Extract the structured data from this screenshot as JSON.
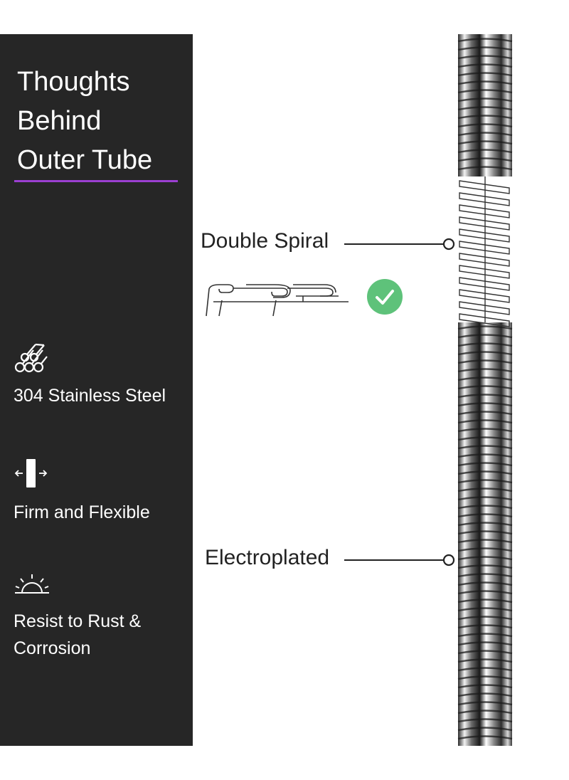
{
  "title": {
    "line1": "Thoughts",
    "line2": "Behind",
    "line3": "Outer Tube"
  },
  "features": [
    {
      "icon": "pipes-icon",
      "label": "304 Stainless Steel"
    },
    {
      "icon": "flex-arrows-icon",
      "label": "Firm and Flexible"
    },
    {
      "icon": "sunrise-icon",
      "label_line1": "Resist to Rust &",
      "label_line2": "Corrosion"
    }
  ],
  "callouts": {
    "top": "Double Spiral",
    "bottom": "Electroplated"
  },
  "colors": {
    "sidebar": "#262626",
    "accent": "#9b3fd1",
    "check": "#5ec27a",
    "text": "#ffffff"
  }
}
